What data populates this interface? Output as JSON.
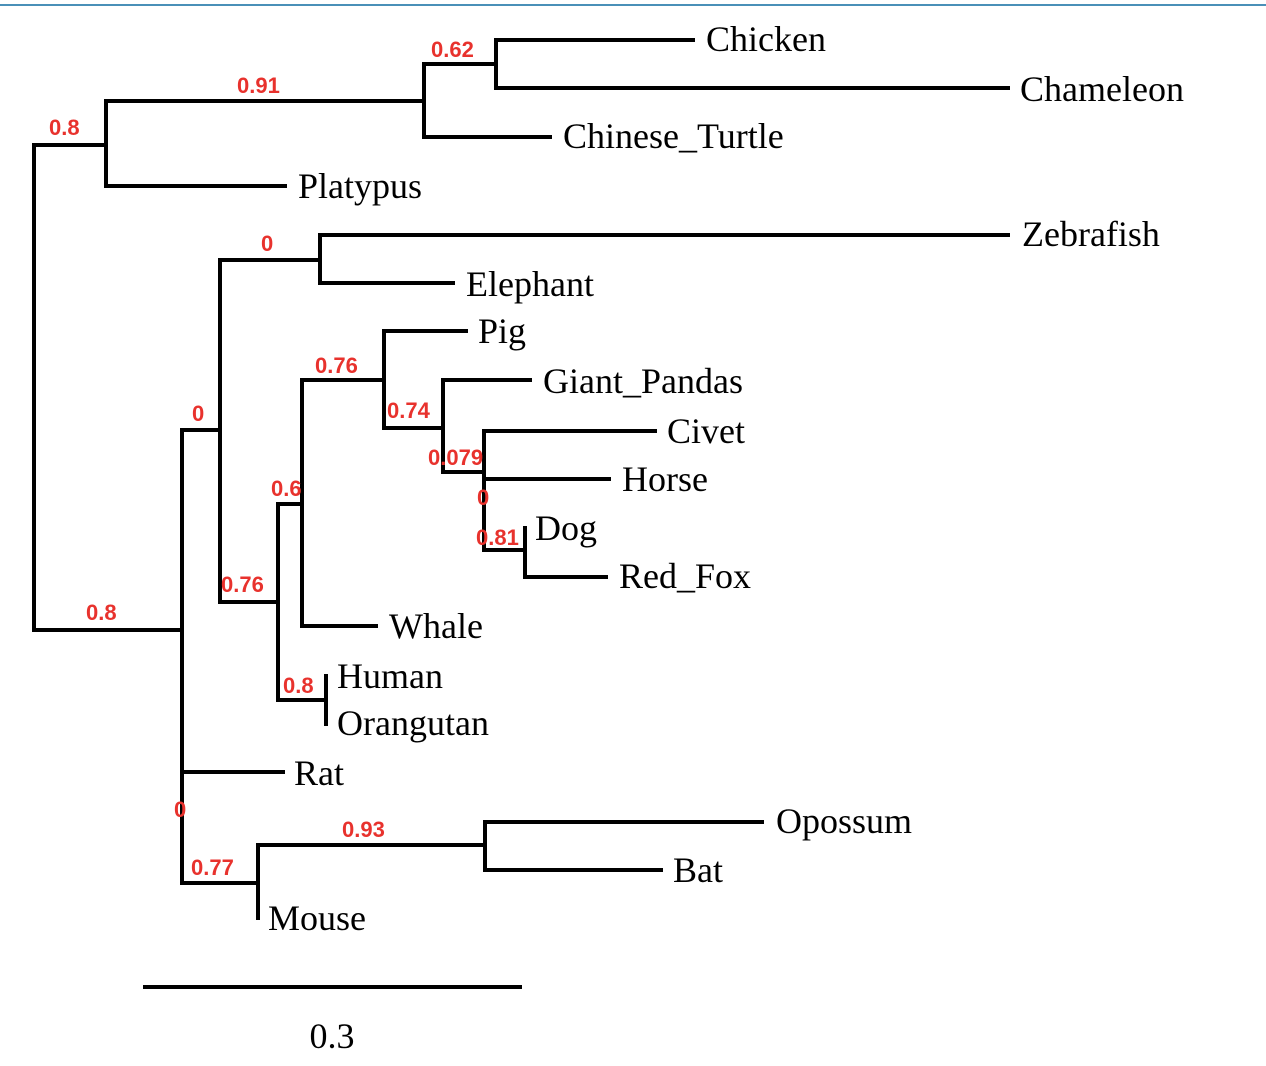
{
  "colors": {
    "branch": "#000000",
    "support_label": "#e8322d",
    "leaf_label": "#000000",
    "top_rule": "#4a90b8"
  },
  "leaves": [
    "Chicken",
    "Chameleon",
    "Chinese_Turtle",
    "Platypus",
    "Zebrafish",
    "Elephant",
    "Pig",
    "Giant_Pandas",
    "Civet",
    "Horse",
    "Dog",
    "Red_Fox",
    "Whale",
    "Human",
    "Orangutan",
    "Rat",
    "Opossum",
    "Bat",
    "Mouse"
  ],
  "support_values": [
    "0.62",
    "0.91",
    "0.8",
    "0",
    "0.76",
    "0.74",
    "0.079",
    "0",
    "0.81",
    "0",
    "0.6",
    "0.76",
    "0.8",
    "0.8",
    "0",
    "0.93",
    "0.77"
  ],
  "scale_bar": {
    "label": "0.3"
  }
}
